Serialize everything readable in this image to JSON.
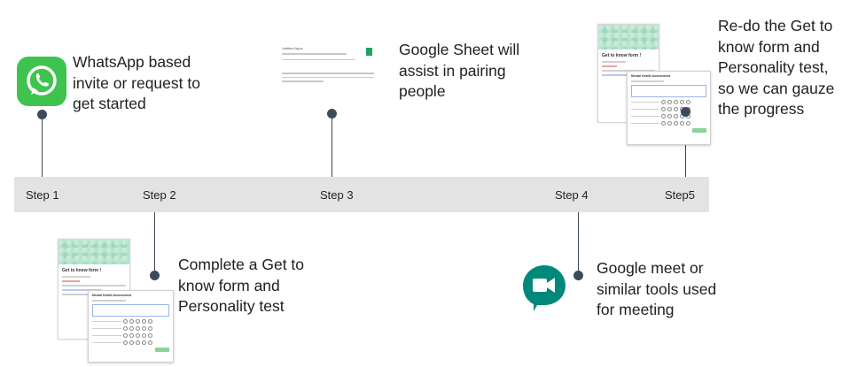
{
  "steps": [
    {
      "label": "Step 1",
      "description": [
        "WhatsApp based",
        "invite or request to",
        "get started"
      ]
    },
    {
      "label": "Step 2",
      "description": [
        "Complete a Get to",
        "know form and",
        "Personality test"
      ]
    },
    {
      "label": "Step 3",
      "description": [
        "Google Sheet will",
        "assist in pairing",
        "people"
      ]
    },
    {
      "label": "Step 4",
      "description": [
        "Google meet or",
        "similar tools used",
        "for meeting"
      ]
    },
    {
      "label": "Step5",
      "description": [
        "Re-do the Get to",
        "know form and",
        "Personality test,",
        "so we can gauze",
        "the progress"
      ]
    }
  ],
  "icons": {
    "whatsapp": "whatsapp-icon",
    "meet": "google-meet-icon",
    "sheet": "google-sheet-screenshot",
    "form": "get-to-know-form-screenshot"
  },
  "thumbnails": {
    "form_title": "Get to know form !",
    "card_title": "Mental Health Assessment",
    "sheet_title": "Untitled Apps"
  },
  "colors": {
    "bar": "#e3e3e3",
    "connector": "#3d4a5a",
    "whatsapp": "#3fc34f",
    "meet": "#00897b"
  }
}
